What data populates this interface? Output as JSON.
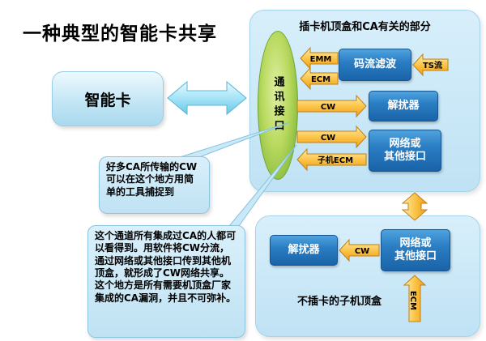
{
  "title": "一种典型的智能卡共享",
  "smart_card": {
    "label": "智能卡"
  },
  "top_panel": {
    "title": "插卡机顶盒和CA有关的部分",
    "comm_interface_label": "通讯接口",
    "stream_filter_label": "码流滤波",
    "descrambler_label": "解扰器",
    "network_label": "网络或\n其他接口",
    "arrow_emm": "EMM",
    "arrow_ecm": "ECM",
    "arrow_ts": "TS流",
    "arrow_cw_top": "CW",
    "arrow_cw_bottom": "CW",
    "arrow_sub_ecm": "子机ECM"
  },
  "bottom_panel": {
    "title": "不插卡的子机顶盒",
    "descrambler_label": "解扰器",
    "network_label": "网络或\n其他接口",
    "arrow_cw": "CW",
    "arrow_ecm": "ECM"
  },
  "callouts": {
    "capture_note": "好多CA所传输的CW可以在这个地方用简单的工具捕捉到",
    "share_note": "这个通道所有集成过CA的人都可以看得到。用软件将CW分流，通过网络或其他接口传到其他机顶盒，就形成了CW网络共享。这个地方是所有需要机顶盒厂家集成的CA漏洞，并且不可弥补。"
  },
  "colors": {
    "panel_fill": "#c7e6f6",
    "box_blue": "#1e6cb0",
    "arrow_orange": "#f7a61b",
    "arrow_cyan": "#8edcf2",
    "ellipse_green": "#8fc043"
  }
}
